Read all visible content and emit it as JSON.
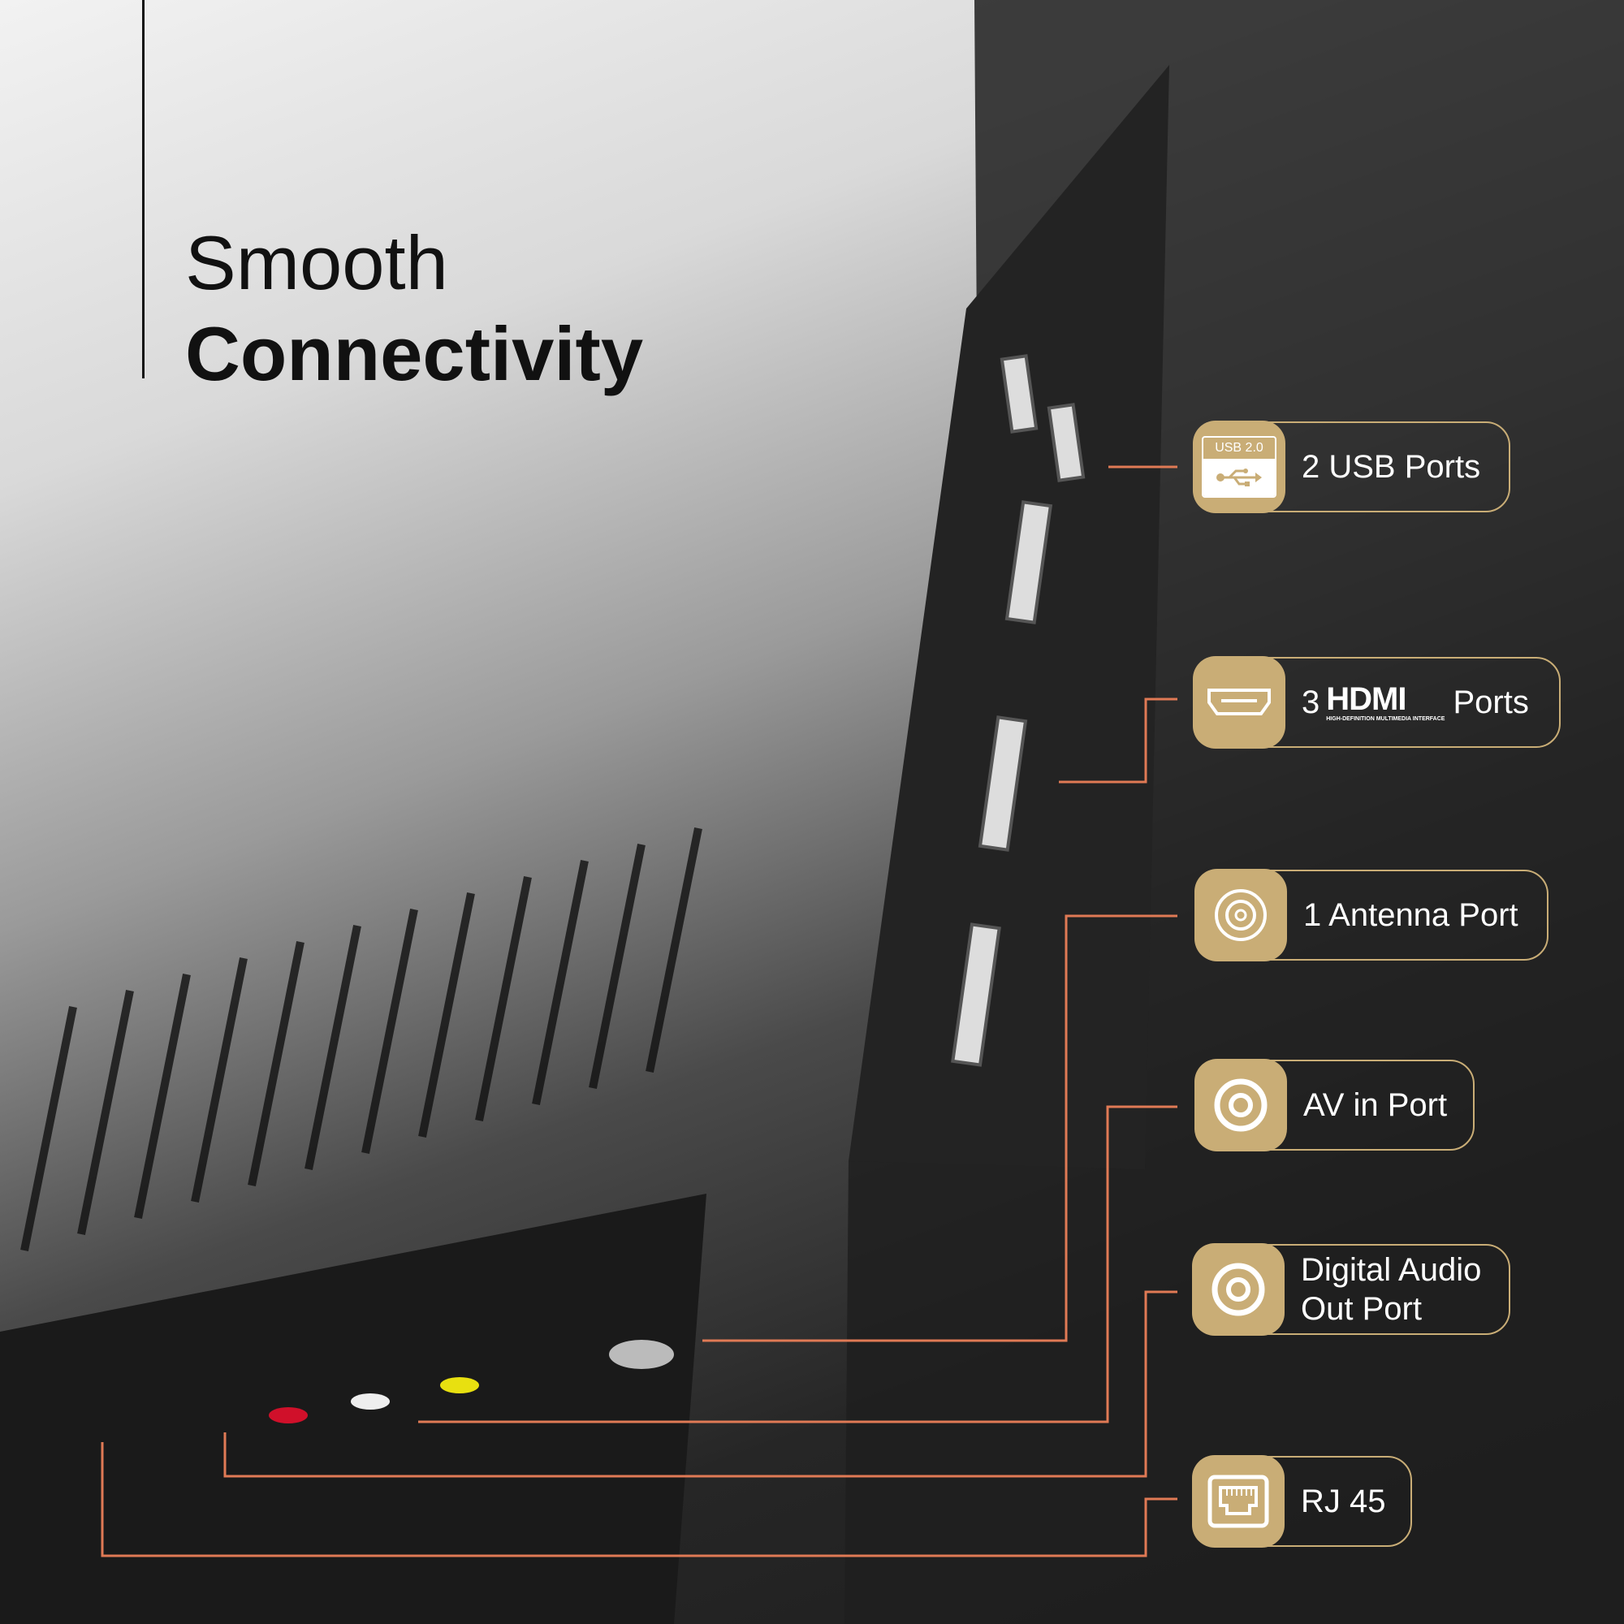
{
  "heading": {
    "line1": "Smooth",
    "line2": "Connectivity"
  },
  "colors": {
    "gold": "#c9ad76",
    "connector": "#e07a55"
  },
  "ports": [
    {
      "icon": "usb-icon",
      "badge": "USB 2.0",
      "label": "2 USB Ports"
    },
    {
      "icon": "hdmi-icon",
      "count": "3",
      "logo": "HDMI",
      "logo_tagline": "HIGH-DEFINITION MULTIMEDIA INTERFACE",
      "suffix": "Ports"
    },
    {
      "icon": "antenna-icon",
      "label": "1 Antenna Port"
    },
    {
      "icon": "av-icon",
      "label": "AV in Port"
    },
    {
      "icon": "optical-icon",
      "label_line1": "Digital Audio",
      "label_line2": "Out Port"
    },
    {
      "icon": "ethernet-icon",
      "label": "RJ 45"
    }
  ]
}
